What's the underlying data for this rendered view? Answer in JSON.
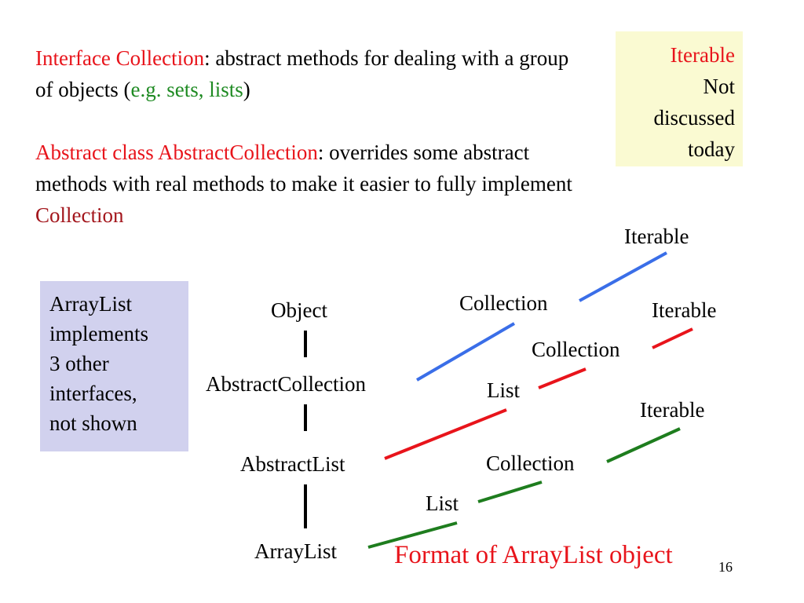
{
  "para1": {
    "term": "Interface Collection",
    "rest1": ": abstract methods for dealing with a group of objects (",
    "examples": "e.g. sets, lists",
    "rest2": ")"
  },
  "para2": {
    "term": "Abstract class AbstractCollection",
    "rest1": ": overrides some abstract methods with real methods to make it easier to fully implement ",
    "term2": "Collection"
  },
  "note_box": {
    "line1": "Iterable",
    "line2": "Not",
    "line3": "discussed",
    "line4": "today"
  },
  "side_box": {
    "line1": "ArrayList",
    "line2": "implements",
    "line3": "3 other",
    "line4": "interfaces,",
    "line5": "not shown"
  },
  "hierarchy": {
    "object": "Object",
    "abstract_collection": "AbstractCollection",
    "abstract_list": "AbstractList",
    "array_list": "ArrayList"
  },
  "interfaces": {
    "blue": {
      "collection": "Collection",
      "iterable": "Iterable",
      "color": "#3a6ee8"
    },
    "red": {
      "list": "List",
      "collection": "Collection",
      "iterable": "Iterable",
      "color": "#e8141b"
    },
    "green": {
      "list": "List",
      "collection": "Collection",
      "iterable": "Iterable",
      "color": "#1e7d1e"
    }
  },
  "footer": {
    "title": "Format of ArrayList object",
    "page": "16"
  }
}
